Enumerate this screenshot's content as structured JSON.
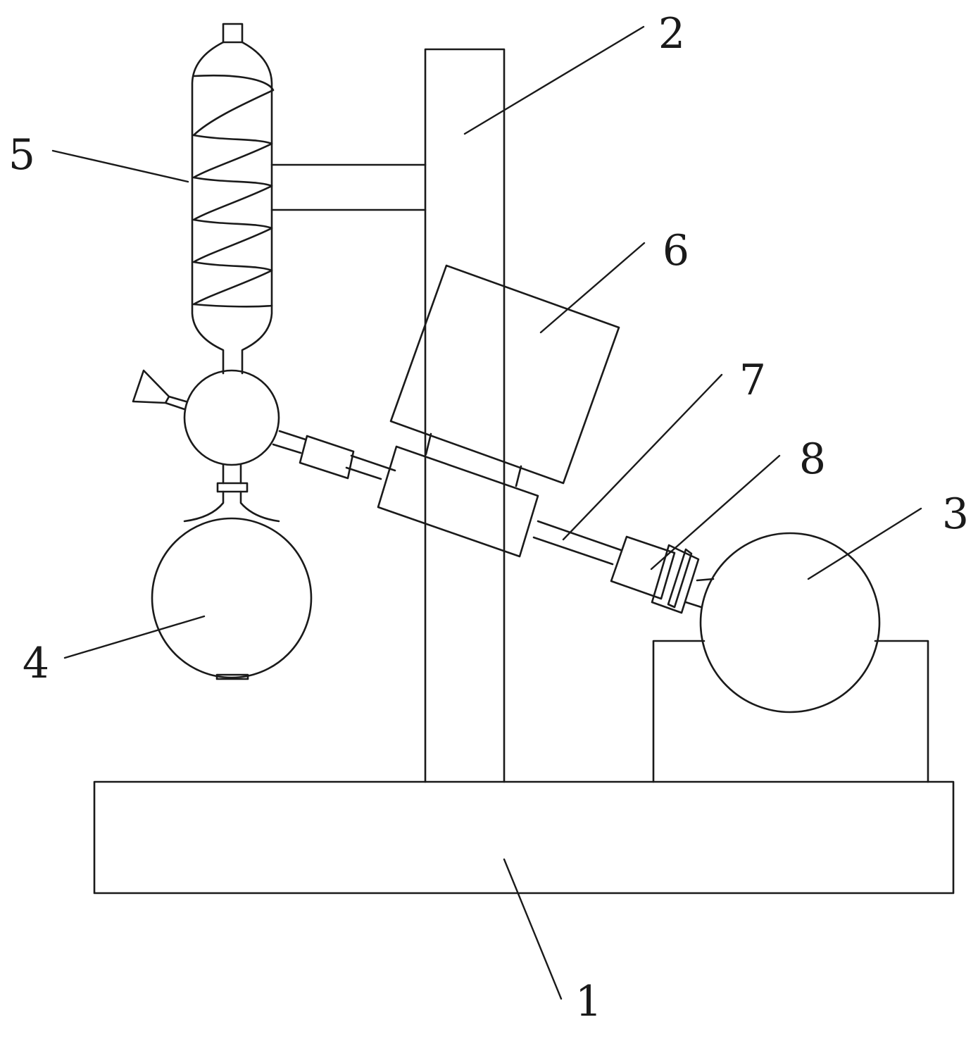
{
  "diagram": {
    "labels": {
      "base": "1",
      "column": "2",
      "rotary_flask": "3",
      "receiving_flask": "4",
      "condenser": "5",
      "motor_box": "6",
      "rotating_shaft": "7",
      "joint_clamp": "8"
    }
  },
  "colors": {
    "line": "#1a1a1a",
    "background": "#ffffff"
  }
}
